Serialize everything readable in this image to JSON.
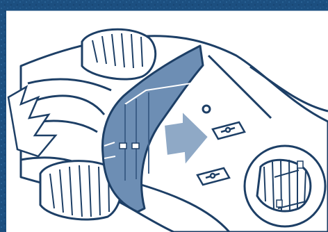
{
  "diagram": {
    "kind": "assembly-instruction",
    "labels": [],
    "icons": [
      "vehicle-body",
      "rear-wheel-top",
      "rear-wheel-bottom",
      "blade-panel",
      "insert-arrow",
      "mounting-slot-top",
      "mounting-slot-bottom",
      "wheel-detail-magnifier"
    ]
  },
  "colors": {
    "background": "#1c4f80",
    "background_texture": "#2a6396",
    "frame_border": "#1a4a78",
    "line_art": "#1d3f66",
    "body_fill": "#ffffff",
    "panel_fill": "#6d8eb4",
    "panel_edge": "#3d5f88",
    "arrow_fill": "#8fa9c6"
  }
}
